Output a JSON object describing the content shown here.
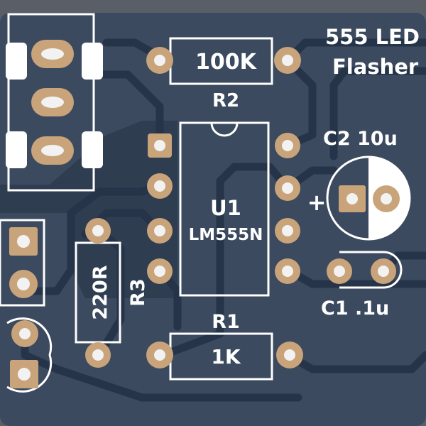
{
  "board": {
    "title_line1": "555 LED",
    "title_line2": "Flasher",
    "r2": {
      "ref": "R2",
      "value": "100K"
    },
    "r1": {
      "ref": "R1",
      "value": "1K"
    },
    "r3": {
      "ref": "R3",
      "value": "220R"
    },
    "u1": {
      "ref": "U1",
      "value": "LM555N"
    },
    "c2": {
      "label": "C2 10u",
      "polarity": "+"
    },
    "c1": {
      "label": "C1 .1u"
    }
  },
  "colors": {
    "substrate": "#3b4a5e",
    "copper_pour": "#2f3d51",
    "trace": "#263449",
    "pad": "#c9a47b",
    "pad_center": "#f2f2f2",
    "silkscreen": "#ffffff",
    "edge": "#5a5e66"
  }
}
